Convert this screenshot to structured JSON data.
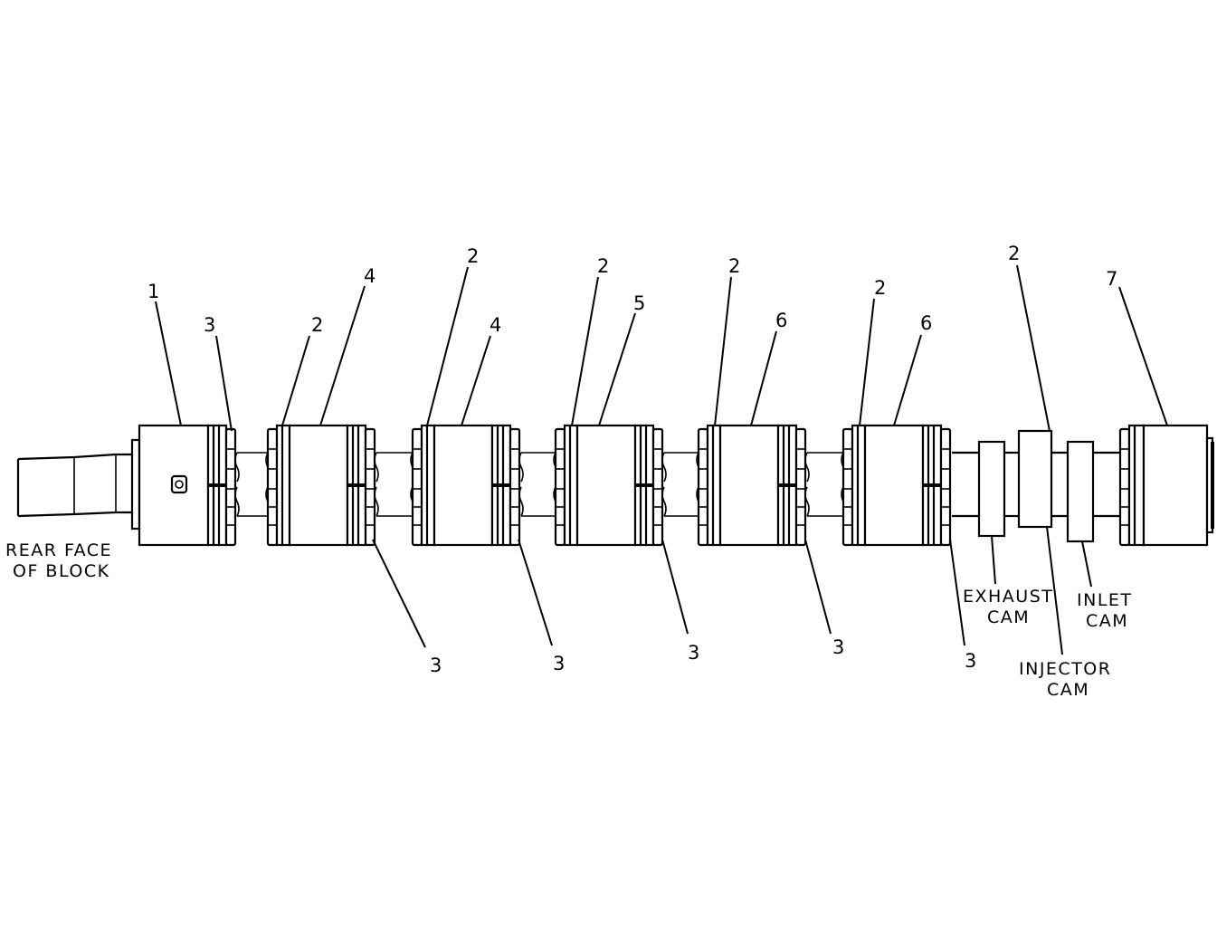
{
  "callouts": {
    "c1": "1",
    "c2": "2",
    "c3": "3",
    "c4": "4",
    "c5": "5",
    "c6": "6",
    "c7": "7"
  },
  "labels": {
    "rear_face_line1": "REAR FACE",
    "rear_face_line2": "OF BLOCK",
    "exhaust_line1": "EXHAUST",
    "exhaust_line2": "CAM",
    "injector_line1": "INJECTOR",
    "injector_line2": "CAM",
    "inlet_line1": "INLET",
    "inlet_line2": "CAM"
  }
}
